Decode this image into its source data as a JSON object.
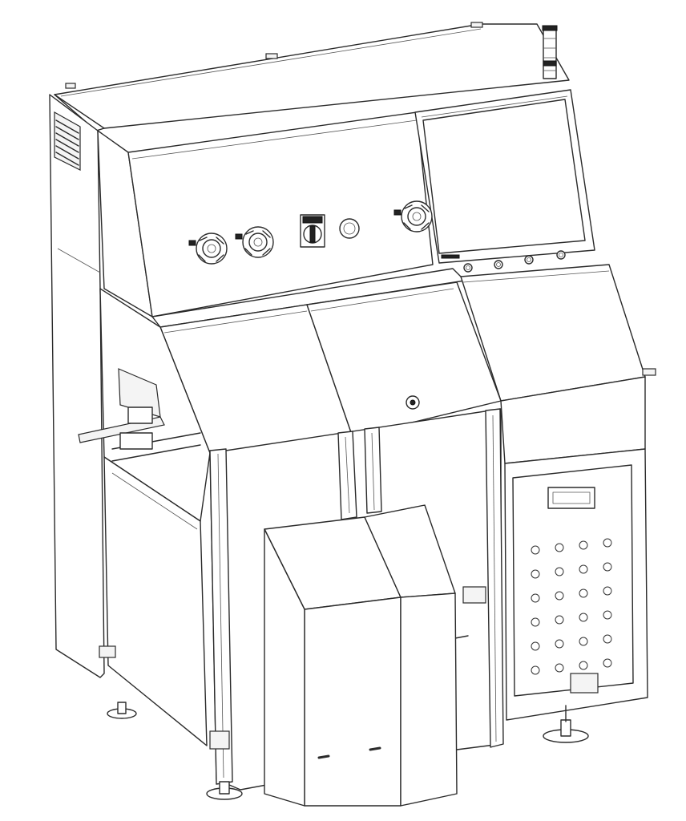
{
  "figure": {
    "subject": "industrial-machine-line-drawing",
    "style": "isometric-technical-line-art",
    "colors": {
      "line": "#2a2a2a",
      "background": "#ffffff",
      "panel_fill": "#f4f4f4"
    },
    "components": {
      "knobs": 3,
      "main_switch": 1,
      "push_button": 1,
      "hmi_screen": 1,
      "screen_buttons": 4,
      "signal_tower": 1,
      "vent_holes": 24,
      "feet": 4
    }
  }
}
